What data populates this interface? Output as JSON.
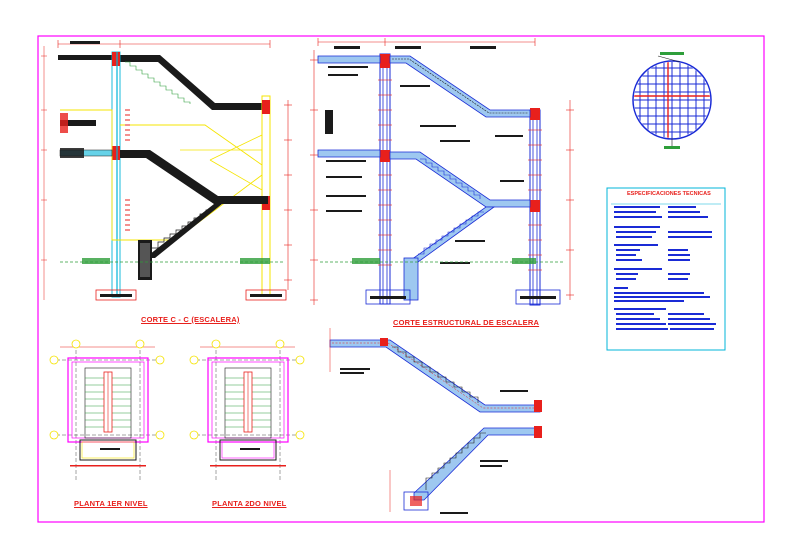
{
  "sheet": {
    "border_color": "#ff00ff",
    "colors": {
      "concrete_dark": "#1a1a1a",
      "rebar_blue": "#1a2bd6",
      "cyan": "#00b4d8",
      "yellow": "#f5e400",
      "red": "#e8201c",
      "magenta": "#ff00ff",
      "green": "#2e9e3a",
      "hatch_navy": "#1c1c6e"
    }
  },
  "views": {
    "section_cc_title": "CORTE C - C (ESCALERA)",
    "structural_section_title": "CORTE ESTRUCTURAL DE ESCALERA",
    "plan_first_title": "PLANTA 1ER NIVEL",
    "plan_second_title": "PLANTA 2DO NIVEL"
  },
  "specs": {
    "title": "ESPECIFICACIONES TECNICAS"
  }
}
